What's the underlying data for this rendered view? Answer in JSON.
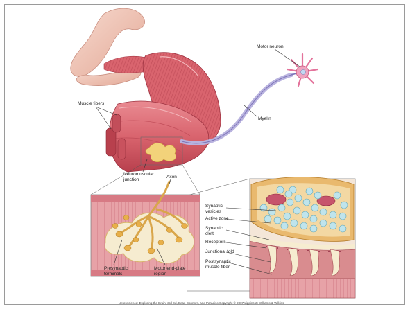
{
  "labels": {
    "motor_neuron": "Motor neuron",
    "muscle_fibers": "Muscle fibers",
    "myelin": "Myelin",
    "neuromuscular_junction": "Neuromuscular\njunction",
    "axon": "Axon",
    "presynaptic_terminals": "Presynaptic\nterminals",
    "motor_end_plate": "Motor end-plate\nregion",
    "synaptic_vesicles": "Synaptic\nvesicles",
    "active_zone": "Active zone",
    "synaptic_cleft": "Synaptic\ncleft",
    "receptors": "Receptors",
    "junctional_fold": "Junctional fold",
    "postsynaptic_muscle_fiber": "Postsynaptic\nmuscle fiber"
  },
  "credit": "Neuroscience: Exploring the Brain, 3rd Ed, Bear, Connors, and Paradiso Copyright © 2007 Lippincott Williams & Wilkins",
  "colors": {
    "muscle": "#d9646e",
    "muscle_dark": "#b8404d",
    "skin": "#f3c7b8",
    "terminal": "#f2d27a",
    "myelin": "#b9b3df",
    "vesicle": "#bfe4ec",
    "cleft": "#f6ecd0"
  }
}
